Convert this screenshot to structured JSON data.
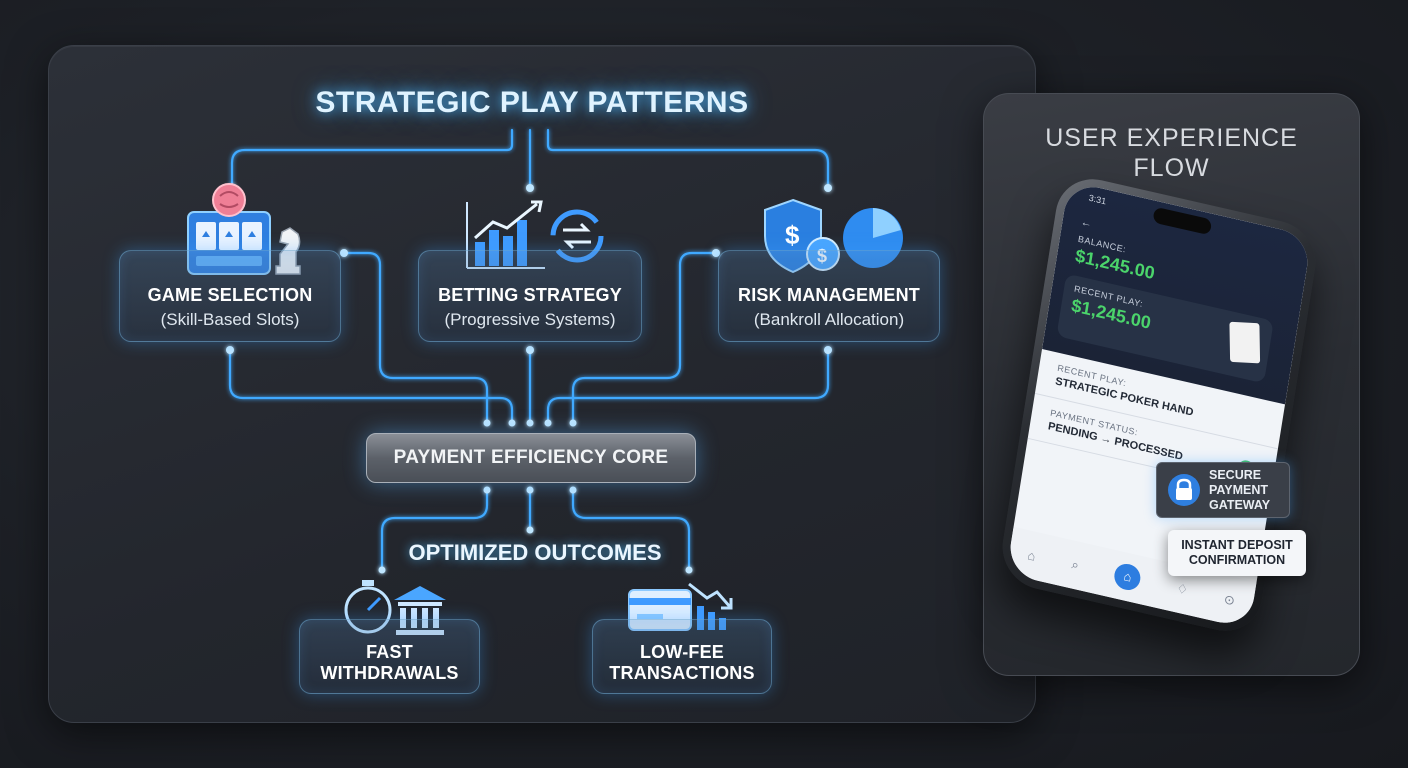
{
  "title": "STRATEGIC PLAY PATTERNS",
  "side_title_line1": "USER EXPERIENCE",
  "side_title_line2": "FLOW",
  "nodes": {
    "game": {
      "title": "GAME SELECTION",
      "subtitle": "(Skill-Based Slots)"
    },
    "betting": {
      "title": "BETTING STRATEGY",
      "subtitle": "(Progressive Systems)"
    },
    "risk": {
      "title": "RISK MANAGEMENT",
      "subtitle": "(Bankroll Allocation)"
    }
  },
  "core": "PAYMENT EFFICIENCY CORE",
  "outcomes_title": "OPTIMIZED OUTCOMES",
  "outcomes": {
    "fast": {
      "line1": "FAST",
      "line2": "WITHDRAWALS"
    },
    "lowfee": {
      "line1": "LOW-FEE",
      "line2": "TRANSACTIONS"
    }
  },
  "phone": {
    "time": "3:31",
    "balance_label": "BALANCE:",
    "balance_value": "$1,245.00",
    "recent_label": "RECENT PLAY:",
    "recent_value": "$1,245.00",
    "recent_play_label": "RECENT PLAY:",
    "recent_play_value": "STRATEGIC POKER HAND",
    "payment_status_label": "PAYMENT STATUS:",
    "payment_status_value": "PENDING → PROCESSED"
  },
  "tags": {
    "secure_line1": "SECURE",
    "secure_line2": "PAYMENT",
    "secure_line3": "GATEWAY",
    "instant_line1": "INSTANT DEPOSIT",
    "instant_line2": "CONFIRMATION"
  },
  "colors": {
    "accent_glow": "#3fa9ff",
    "money_green": "#4bd46b",
    "check_green": "#3bbf5c"
  }
}
